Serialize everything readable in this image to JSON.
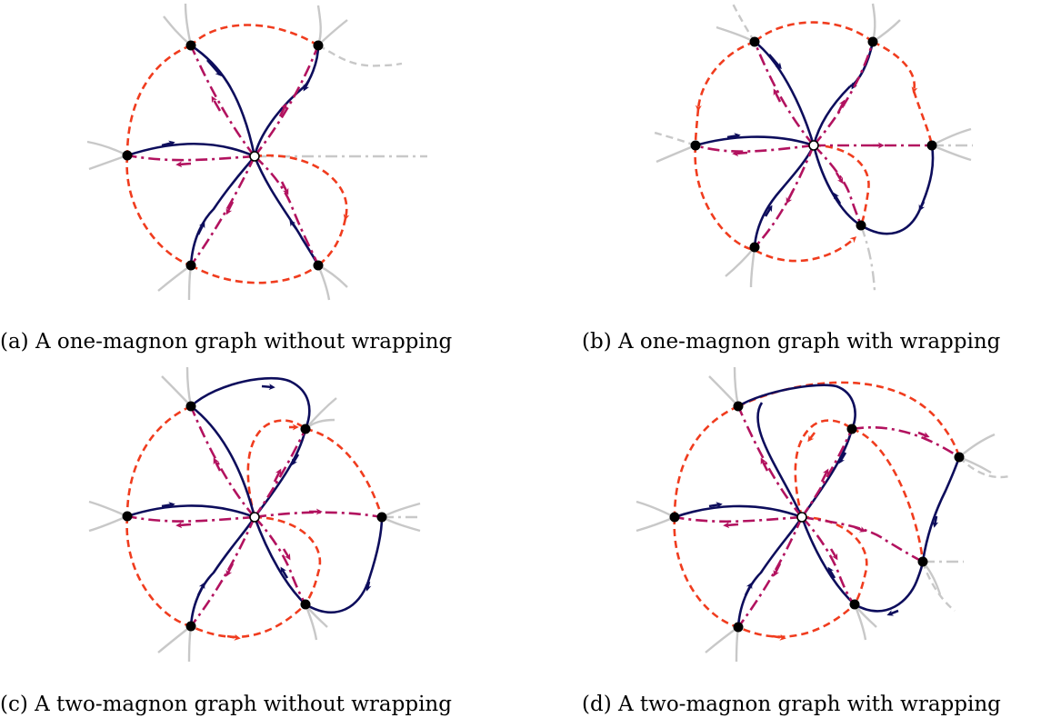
{
  "colors": {
    "navy": "#0d0d5c",
    "pink": "#b2125f",
    "red": "#f03c1e",
    "grey": "#c8c8c8",
    "vertex": "#000000",
    "center_fill": "#ffffff"
  },
  "panels": [
    {
      "id": "a",
      "caption": "(a) A one-magnon graph without wrapping"
    },
    {
      "id": "b",
      "caption": "(b) A one-magnon graph with wrapping"
    },
    {
      "id": "c",
      "caption": "(c) A two-magnon graph without wrapping"
    },
    {
      "id": "d",
      "caption": "(d) A two-magnon graph with wrapping"
    }
  ]
}
